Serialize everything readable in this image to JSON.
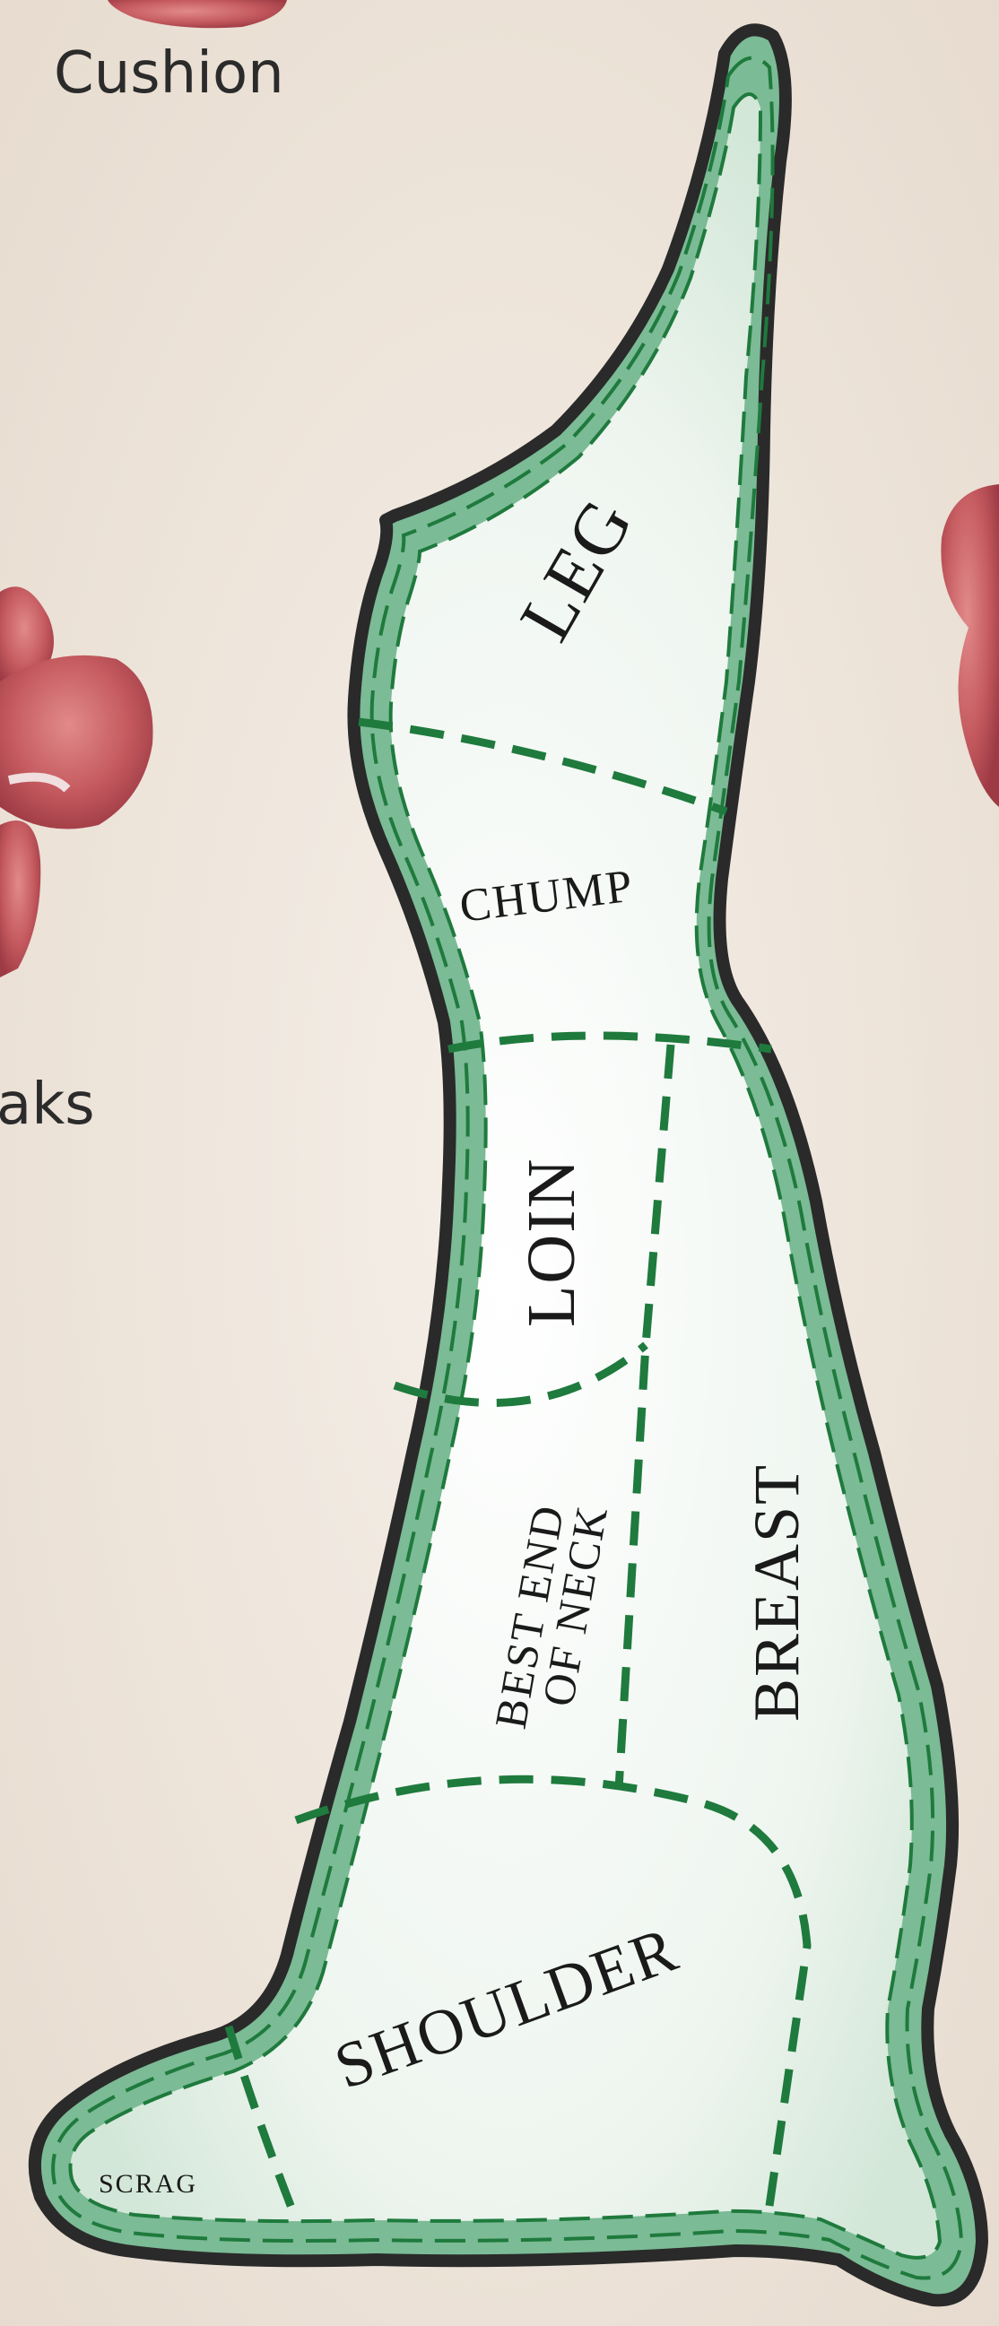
{
  "labels": {
    "cushion": "Cushion",
    "steaks_partial": "aks"
  },
  "cuts": {
    "leg": "LEG",
    "chump": "CHUMP",
    "loin": "LOIN",
    "best_end_line1": "BEST END",
    "best_end_line2": "OF NECK",
    "breast": "BREAST",
    "shoulder": "SHOULDER",
    "scrag": "SCRAG"
  },
  "colors": {
    "outline": "#2a2a2a",
    "border_fill": "#79b894",
    "dashed_line": "#1f7a3d",
    "body_fill": "#eef5ef"
  }
}
